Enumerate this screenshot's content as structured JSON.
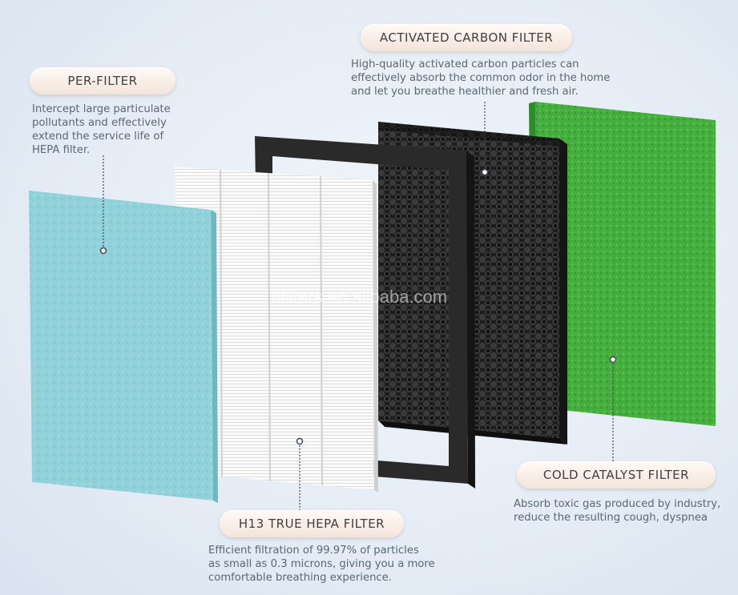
{
  "watermark": "hfilters.en.alibaba.com",
  "colors": {
    "prefilter": "#8fd0d8",
    "hepa": "#f7f7f7",
    "frame": "#2b2b2b",
    "carbon": "#1f1f1f",
    "catalyst": "#3fa83a",
    "pill_text": "#3f3f3f",
    "desc_text": "#5a6876"
  },
  "labels": {
    "prefilter": {
      "title": "PER-FILTER",
      "lines": [
        "Intercept large particulate",
        "pollutants and effectively",
        "extend the service life of",
        "HEPA filter."
      ]
    },
    "carbon": {
      "title": "ACTIVATED CARBON FILTER",
      "lines": [
        "High-quality activated carbon particles can",
        "effectively absorb the common odor in the home",
        "and let you breathe healthier and fresh air."
      ]
    },
    "hepa": {
      "title": "H13 TRUE HEPA FILTER",
      "lines": [
        "Efficient filtration of 99.97% of particles",
        "as small as 0.3 microns, giving you a more",
        "comfortable breathing experience."
      ]
    },
    "catalyst": {
      "title": "COLD CATALYST FILTER",
      "lines": [
        "Absorb toxic gas produced by industry,",
        "reduce the resulting cough, dyspnea"
      ]
    }
  }
}
